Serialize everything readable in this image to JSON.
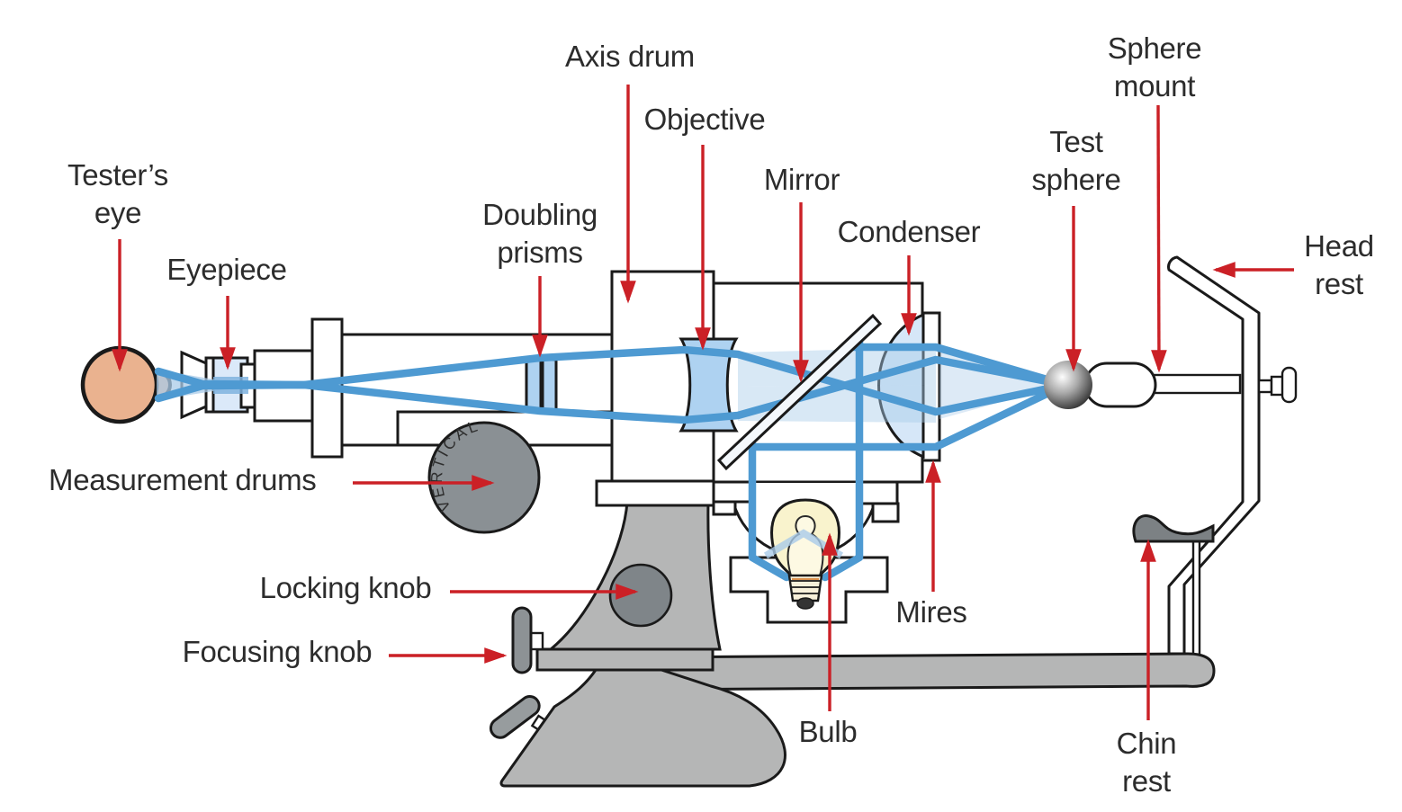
{
  "diagram": {
    "labels": {
      "testers_eye": {
        "line1": "Tester’s",
        "line2": "eye"
      },
      "eyepiece": {
        "line1": "Eyepiece"
      },
      "doubling_prisms": {
        "line1": "Doubling",
        "line2": "prisms"
      },
      "axis_drum": {
        "line1": "Axis drum"
      },
      "objective": {
        "line1": "Objective"
      },
      "mirror": {
        "line1": "Mirror"
      },
      "condenser": {
        "line1": "Condenser"
      },
      "test_sphere": {
        "line1": "Test",
        "line2": "sphere"
      },
      "sphere_mount": {
        "line1": "Sphere",
        "line2": "mount"
      },
      "head_rest": {
        "line1": "Head",
        "line2": "rest"
      },
      "measurement_drums": {
        "line1": "Measurement drums"
      },
      "locking_knob": {
        "line1": "Locking knob"
      },
      "focusing_knob": {
        "line1": "Focusing knob"
      },
      "bulb": {
        "line1": "Bulb"
      },
      "mires": {
        "line1": "Mires"
      },
      "chin_rest": {
        "line1": "Chin",
        "line2": "rest"
      }
    },
    "drum_marking": "VERTICAL",
    "colors": {
      "arrow_red": "#cb2026",
      "ray_blue": "#4e9ad2",
      "ray_blue_pale": "#a9cbe8",
      "lens_blue": "#aed2f1",
      "lens_blue_light": "#d6e7f8",
      "eyepiece_blue": "#dbe9f9",
      "body_gray": "#b5b6b6",
      "knob_gray": "#7f8589",
      "drum_gray": "#8a9094",
      "chin_pad_gray": "#7c8184",
      "eye_skin": "#eab28f",
      "bulb_cream": "#f9f3cd",
      "outline": "#1a1a1a",
      "label_text": "#2c2c2c"
    }
  }
}
